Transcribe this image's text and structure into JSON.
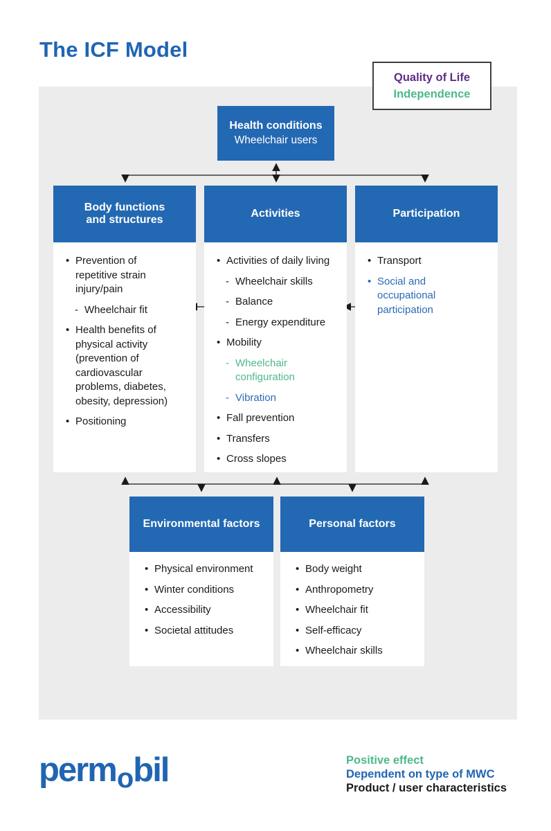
{
  "page": {
    "title": "The ICF Model"
  },
  "colors": {
    "box_blue": "#2368b2",
    "title_blue": "#1f65b3",
    "logo_blue": "#2065b2",
    "text_blue": "#2a6ab5",
    "green": "#4fb78a",
    "purple": "#5b2d87",
    "panel_gray": "#ececed",
    "text_black": "#1a1a1a"
  },
  "markers": {
    "bullet": "•",
    "dash": "-"
  },
  "top_legend": {
    "quality_of_life": "Quality of Life",
    "independence": "Independence"
  },
  "health_box": {
    "title": "Health conditions",
    "subtitle": "Wheelchair users"
  },
  "columns": [
    {
      "header": "Body functions and structures",
      "items": [
        {
          "text": "Prevention of repetitive strain injury/pain",
          "level": "bullet",
          "color": "black"
        },
        {
          "text": "Wheelchair fit",
          "level": "dash",
          "color": "black"
        },
        {
          "text": "Health benefits of physical activity (prevention of cardiovascular problems, diabetes, obesity, depression)",
          "level": "bullet",
          "color": "black"
        },
        {
          "text": "Positioning",
          "level": "bullet",
          "color": "black"
        }
      ]
    },
    {
      "header": "Activities",
      "items": [
        {
          "text": "Activities of daily living",
          "level": "bullet",
          "color": "black"
        },
        {
          "text": "Wheelchair skills",
          "level": "dash",
          "color": "black"
        },
        {
          "text": "Balance",
          "level": "dash",
          "color": "black"
        },
        {
          "text": "Energy expenditure",
          "level": "dash",
          "color": "black"
        },
        {
          "text": "Mobility",
          "level": "bullet",
          "color": "black"
        },
        {
          "text": "Wheelchair configuration",
          "level": "dash",
          "color": "green"
        },
        {
          "text": "Vibration",
          "level": "dash",
          "color": "blue"
        },
        {
          "text": "Fall prevention",
          "level": "bullet",
          "color": "black"
        },
        {
          "text": "Transfers",
          "level": "bullet",
          "color": "black"
        },
        {
          "text": "Cross slopes",
          "level": "bullet",
          "color": "black"
        }
      ]
    },
    {
      "header": "Participation",
      "items": [
        {
          "text": "Transport",
          "level": "bullet",
          "color": "black"
        },
        {
          "text": "Social and occupational participation",
          "level": "bullet",
          "color": "blue"
        }
      ]
    }
  ],
  "bottom_boxes": [
    {
      "header": "Environmental factors",
      "items": [
        {
          "text": "Physical environment"
        },
        {
          "text": "Winter conditions"
        },
        {
          "text": "Accessibility"
        },
        {
          "text": "Societal attitudes"
        }
      ]
    },
    {
      "header": "Personal factors",
      "items": [
        {
          "text": "Body weight"
        },
        {
          "text": "Anthropometry"
        },
        {
          "text": "Wheelchair fit"
        },
        {
          "text": "Self-efficacy"
        },
        {
          "text": "Wheelchair skills"
        }
      ]
    }
  ],
  "footer": {
    "logo": {
      "pre": "perm",
      "o": "o",
      "post": "bil"
    },
    "key": [
      {
        "label": "Positive effect",
        "color": "green"
      },
      {
        "label": "Dependent on type of MWC",
        "color": "blue"
      },
      {
        "label": "Product / user characteristics",
        "color": "black"
      }
    ]
  }
}
